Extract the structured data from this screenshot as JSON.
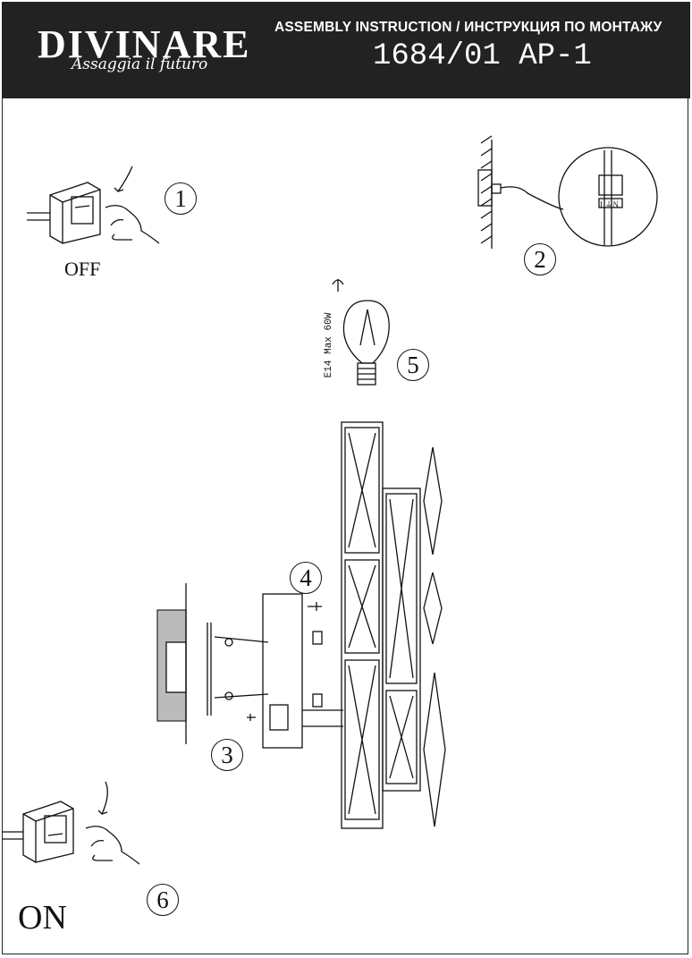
{
  "header": {
    "brand": "DIVINARE",
    "tagline": "Assaggia il futuro",
    "title": "ASSEMBLY INSTRUCTION / ИНСТРУКЦИЯ ПО МОНТАЖУ",
    "model": "1684/01 AP-1"
  },
  "steps": {
    "s1": "1",
    "s2": "2",
    "s3": "3",
    "s4": "4",
    "s5": "5",
    "s6": "6"
  },
  "labels": {
    "off": "OFF",
    "on": "ON",
    "bulb_spec": "E14 Max 60W",
    "terminal": "L⏚N"
  }
}
